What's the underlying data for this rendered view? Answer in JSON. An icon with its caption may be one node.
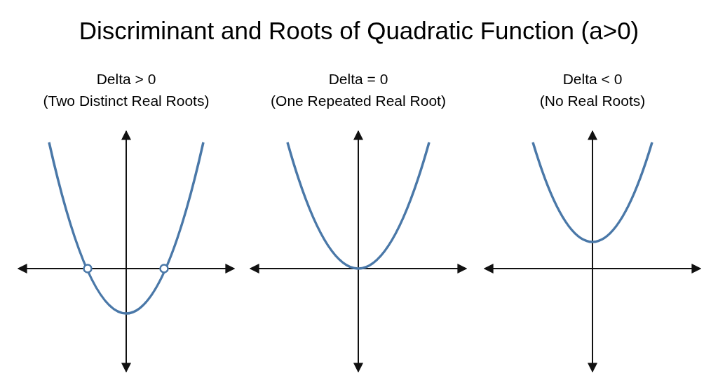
{
  "diagram": {
    "title": "Discriminant and Roots of Quadratic Function (a>0)",
    "labels": [
      "Delta > 0",
      "Delta = 0",
      "Delta < 0",
      "(Two Distinct Real Roots)",
      "(One Repeated Real Root)",
      "(No Real Roots)"
    ]
  }
}
